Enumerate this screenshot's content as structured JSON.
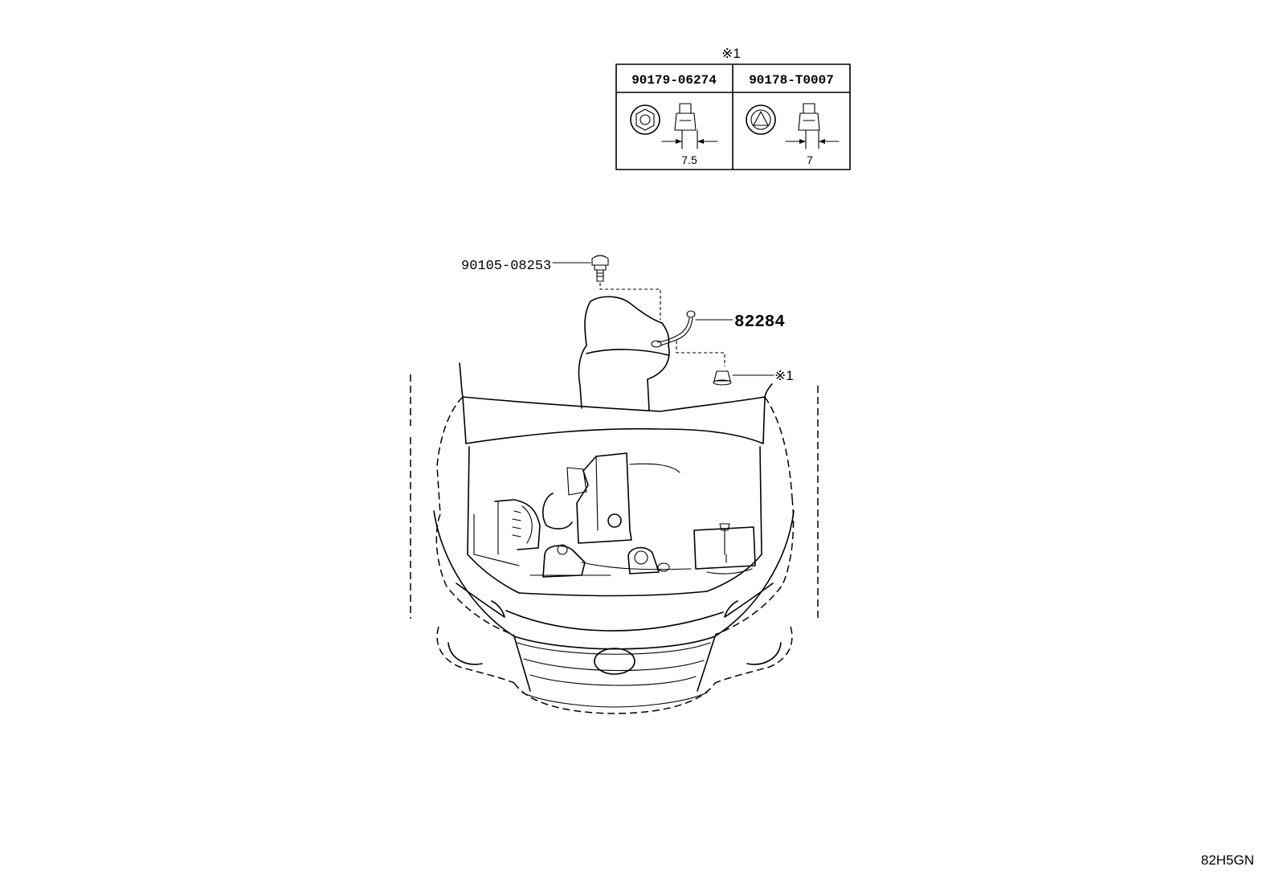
{
  "legend": {
    "mark": "※1",
    "columns": [
      {
        "part_no": "90179-06274",
        "dimension": "7.5"
      },
      {
        "part_no": "90178-T0007",
        "dimension": "7"
      }
    ]
  },
  "callouts": {
    "bolt": "90105-08253",
    "wire": "82284",
    "nut_ref": "※1"
  },
  "diagram_code": "82H5GN",
  "icons": [
    "flange-nut-icon",
    "hex-nut-icon",
    "bolt-icon",
    "ground-wire-icon",
    "vehicle-front-icon",
    "engine-bay-icon"
  ]
}
